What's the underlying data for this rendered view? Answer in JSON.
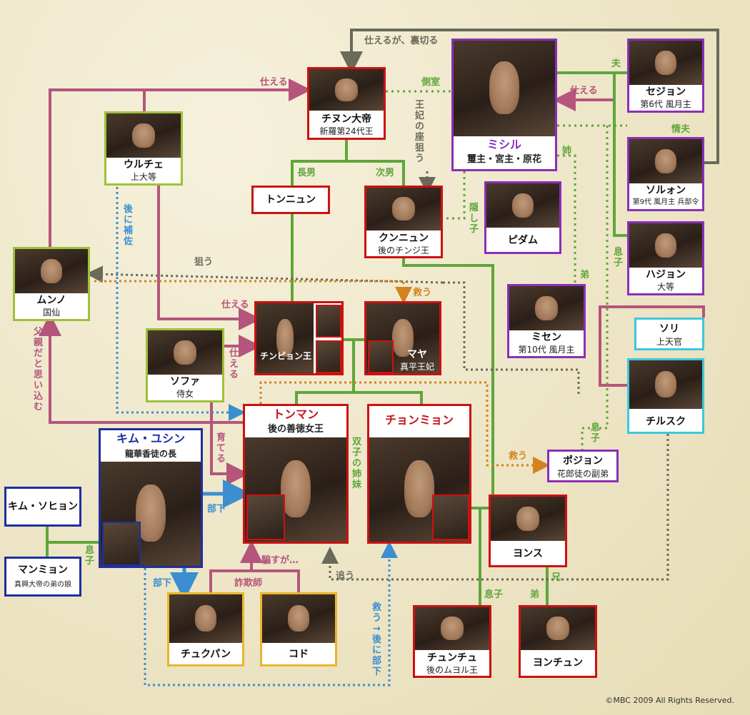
{
  "people": {
    "chinhung": {
      "name": "チヌン大帝",
      "sub": "新羅第24代王"
    },
    "mishil": {
      "name": "ミシル",
      "sub": "璽主・宮主・原花"
    },
    "sejong": {
      "name": "セジョン",
      "sub": "第6代 風月主"
    },
    "seolwon": {
      "name": "ソルォン",
      "sub": "第9代 風月主 兵部令"
    },
    "hajong": {
      "name": "ハジョン",
      "sub": "大等"
    },
    "eulje": {
      "name": "ウルチェ",
      "sub": "上大等"
    },
    "dongnyun": {
      "name": "トンニュン"
    },
    "geumnyun": {
      "name": "クンニュン",
      "sub": "後のチンジ王"
    },
    "bidam": {
      "name": "ピダム"
    },
    "munno": {
      "name": "ムンノ",
      "sub": "国仙"
    },
    "jinpyeong": {
      "name": "チンピョン王"
    },
    "maya": {
      "name": "マヤ",
      "sub": "真平王妃"
    },
    "misaeng": {
      "name": "ミセン",
      "sub": "第10代 風月主"
    },
    "sori": {
      "name": "ソリ",
      "sub": "上天官"
    },
    "sohwa": {
      "name": "ソファ",
      "sub": "侍女"
    },
    "chilsuk": {
      "name": "チルスク"
    },
    "deokman": {
      "name": "トンマン",
      "sub": "後の善徳女王"
    },
    "cheonmyeong": {
      "name": "チョンミョン"
    },
    "yushin": {
      "name": "キム・ユシン",
      "sub": "龍華香徒の長"
    },
    "bojong": {
      "name": "ポジョン",
      "sub": "花郎徒の副弟"
    },
    "seohyeon": {
      "name": "キム・ソヒョン"
    },
    "manmyeong": {
      "name": "マンミョン",
      "sub": "真興大帝の弟の娘"
    },
    "yongsu": {
      "name": "ヨンス"
    },
    "jukbang": {
      "name": "チュクパン"
    },
    "godo": {
      "name": "コド"
    },
    "chunchu": {
      "name": "チュンチュ",
      "sub": "後のムヨル王"
    },
    "yongchun": {
      "name": "ヨンチュン"
    }
  },
  "relations": {
    "serve_betray": "仕えるが、裏切る",
    "serve_1": "仕える",
    "consort": "側室",
    "husband": "夫",
    "serve_2": "仕える",
    "lover": "情夫",
    "aim_queen": "王妃の座狙う",
    "sister": "姉",
    "eldest_son": "長男",
    "second_son": "次男",
    "hidden_child": "隠し子",
    "son_1": "息子",
    "successor_aide": "後に補佐",
    "aim": "狙う",
    "younger_brother_1": "弟",
    "rescue_1": "救う",
    "serve_3": "仕える",
    "serve_4": "仕える",
    "thought_father": "父親だと思い込む",
    "raise": "育てる",
    "twins": "双子の姉妹",
    "son_2": "息子",
    "rescue_2": "救う",
    "subordinate_1": "部下",
    "son_3": "息子",
    "deceive": "騙すが…",
    "chase": "追う",
    "subordinate_2": "部下",
    "swindler": "詐欺師",
    "rescue_later": "救う→後に部下",
    "older_brother": "兄",
    "son_4": "息子",
    "younger_brother_2": "弟"
  },
  "colors": {
    "pink": "#b5557c",
    "green": "#5fa63a",
    "gray": "#6a6a5a",
    "orange": "#d5821e",
    "blue": "#3b8fd0"
  },
  "copyright": "©MBC 2009 All Rights Reserved."
}
